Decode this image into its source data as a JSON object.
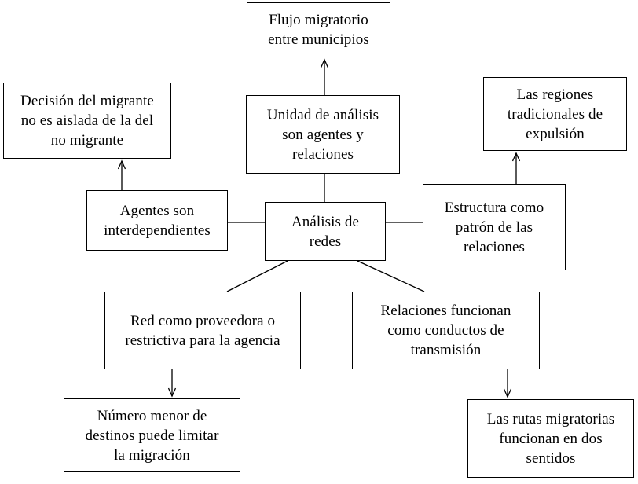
{
  "diagram": {
    "type": "concept-map",
    "language": "es",
    "colors": {
      "background": "#ffffff",
      "box_border": "#000000",
      "text": "#000000",
      "connector": "#000000"
    },
    "nodes": [
      {
        "id": "flujo-migratorio",
        "text": "Flujo migratorio\nentre municipios"
      },
      {
        "id": "unidad-analisis",
        "text": "Unidad de análisis\nson agentes y\nrelaciones"
      },
      {
        "id": "decision-migrante",
        "text": "Decisión del migrante\nno es aislada de la del\nno migrante"
      },
      {
        "id": "agentes-interdependientes",
        "text": "Agentes son\ninterdependientes"
      },
      {
        "id": "analisis-redes",
        "text": "Análisis de\nredes"
      },
      {
        "id": "estructura-patron",
        "text": "Estructura como\npatrón de las\nrelaciones"
      },
      {
        "id": "regiones-expulsion",
        "text": "Las regiones\ntradicionales de\nexpulsión"
      },
      {
        "id": "red-proveedora",
        "text": "Red como proveedora o\nrestrictiva para la agencia"
      },
      {
        "id": "relaciones-conductos",
        "text": "Relaciones funcionan\ncomo conductos de\ntransmisión"
      },
      {
        "id": "numero-menor",
        "text": "Número menor de\ndestinos puede limitar\nla migración"
      },
      {
        "id": "rutas-migratorias",
        "text": "Las rutas migratorias\nfuncionan en dos\nsentidos"
      }
    ],
    "edges": [
      {
        "from": "unidad-analisis",
        "to": "flujo-migratorio",
        "arrow": true
      },
      {
        "from": "unidad-analisis",
        "to": "analisis-redes",
        "arrow": false
      },
      {
        "from": "agentes-interdependientes",
        "to": "decision-migrante",
        "arrow": true
      },
      {
        "from": "analisis-redes",
        "to": "agentes-interdependientes",
        "arrow": false
      },
      {
        "from": "analisis-redes",
        "to": "estructura-patron",
        "arrow": false
      },
      {
        "from": "estructura-patron",
        "to": "regiones-expulsion",
        "arrow": true
      },
      {
        "from": "analisis-redes",
        "to": "red-proveedora",
        "arrow": false
      },
      {
        "from": "analisis-redes",
        "to": "relaciones-conductos",
        "arrow": false
      },
      {
        "from": "red-proveedora",
        "to": "numero-menor",
        "arrow": true
      },
      {
        "from": "relaciones-conductos",
        "to": "rutas-migratorias",
        "arrow": true
      }
    ]
  }
}
